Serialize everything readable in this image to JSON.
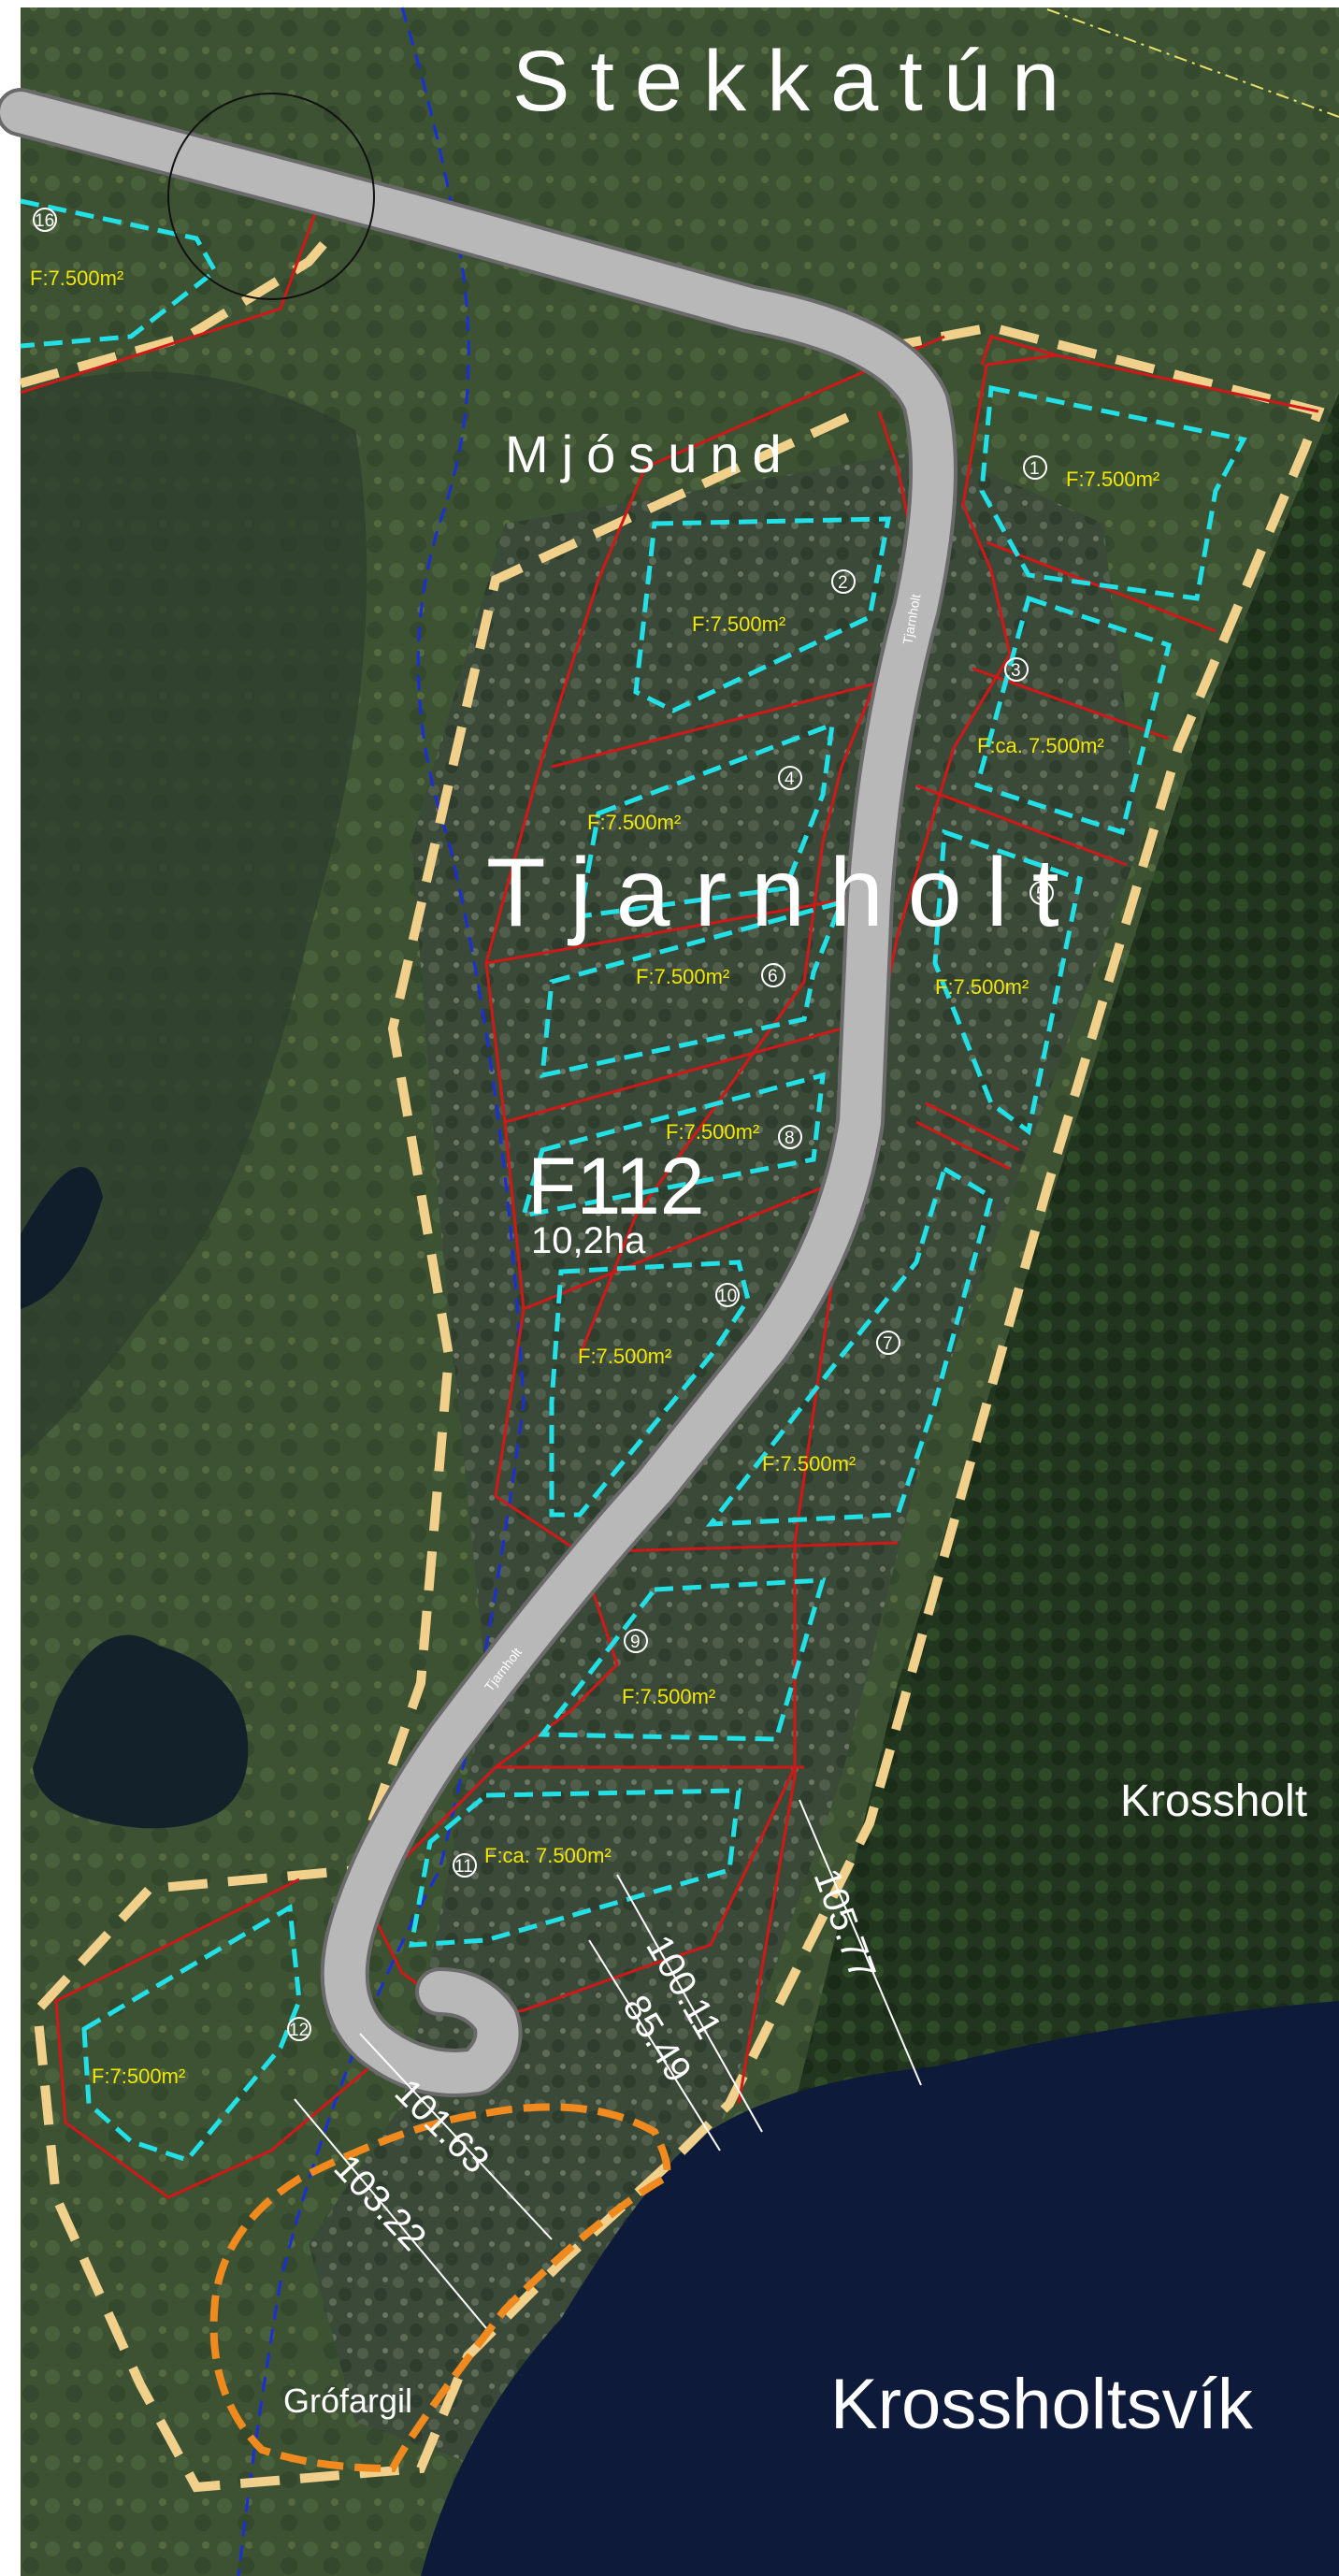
{
  "places": {
    "stekkatun": "Stekkatún",
    "mjosund": "Mjósund",
    "tjarnholt": "Tjarnholt",
    "krossholt": "Krossholt",
    "krossholtsvik": "Krossholtsvík",
    "grofargil": "Grófargil"
  },
  "zone": {
    "code": "F112",
    "size": "10,2ha"
  },
  "roads": {
    "upper": "Tjarnholt",
    "lower": "Tjarnholt"
  },
  "lots": [
    {
      "num": "1",
      "area": "F:7.500m²"
    },
    {
      "num": "2",
      "area": "F:7.500m²"
    },
    {
      "num": "3",
      "area": "F:ca. 7.500m²"
    },
    {
      "num": "4",
      "area": "F:7.500m²"
    },
    {
      "num": "5",
      "area": "F:7.500m²"
    },
    {
      "num": "6",
      "area": "F:7.500m²"
    },
    {
      "num": "7",
      "area": "F:7.500m²"
    },
    {
      "num": "8",
      "area": "F:7.500m²"
    },
    {
      "num": "9",
      "area": "F:7.500m²"
    },
    {
      "num": "10",
      "area": "F:7.500m²"
    },
    {
      "num": "11",
      "area": "F:ca. 7.500m²"
    },
    {
      "num": "12",
      "area": "F:7:500m²"
    },
    {
      "num": "16",
      "area": "F:7.500m²"
    }
  ],
  "dimensions": {
    "d1": "105.77",
    "d2": "100.11",
    "d3": "85.49",
    "d4": "101.63",
    "d5": "103.22"
  },
  "colors": {
    "boundary": "#f0d08a",
    "lot_line": "#d01818",
    "building_area": "#22e0e6",
    "gully": "#f08a1e",
    "stream": "#1a2fd8",
    "road": "#b8b8b8",
    "water": "#0d1a3a",
    "label_yellow": "#f2e600"
  }
}
